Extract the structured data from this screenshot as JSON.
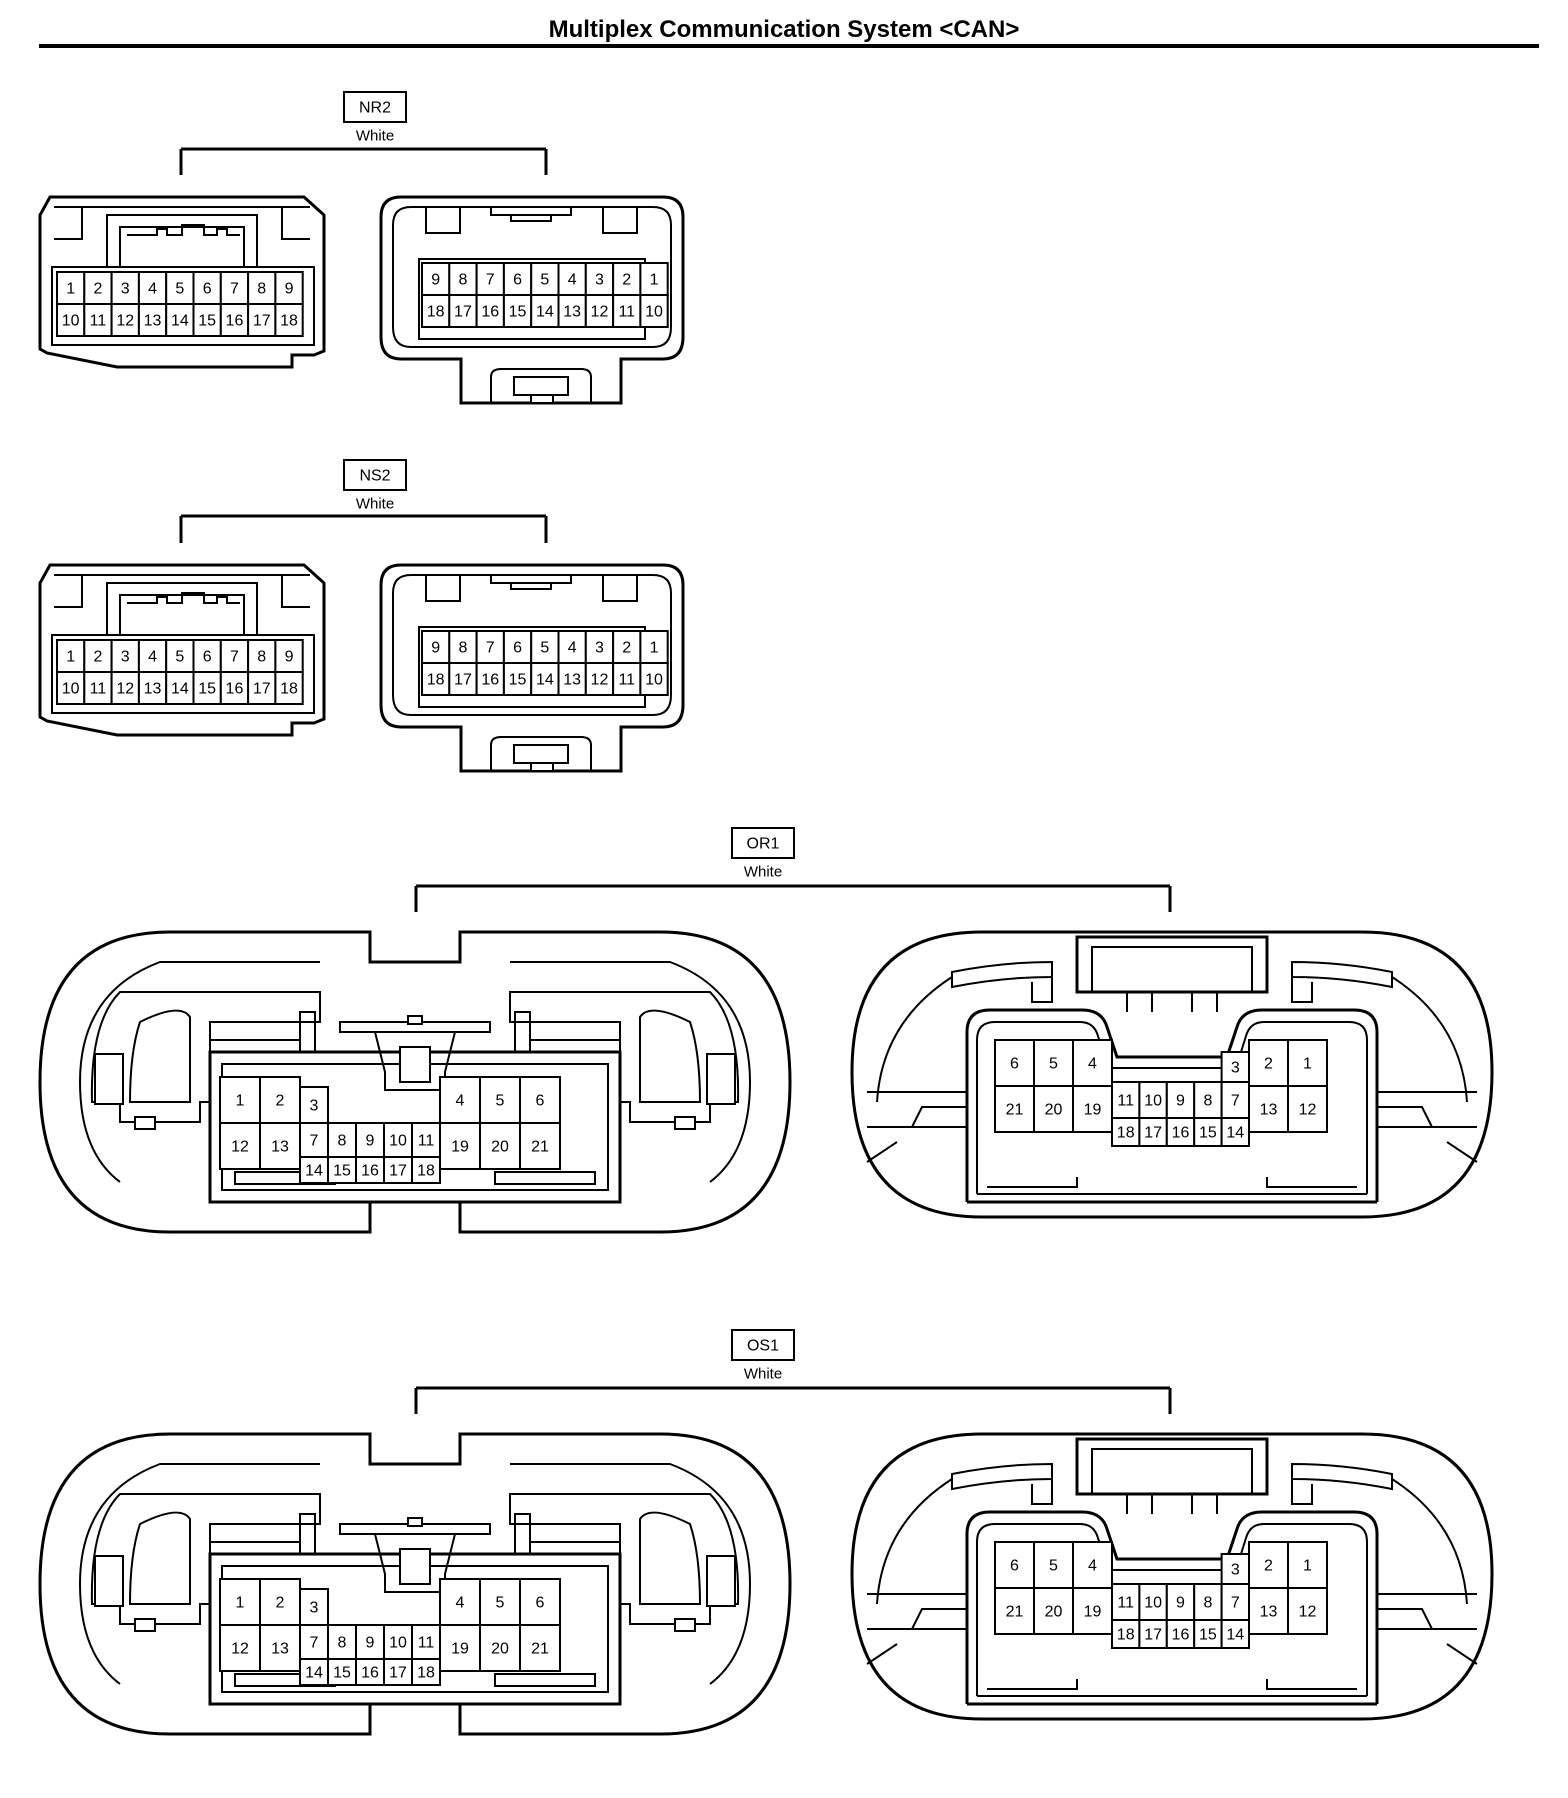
{
  "title": "Multiplex Communication System <CAN>",
  "connectors": [
    {
      "id": "NR2",
      "color": "White",
      "left": {
        "rows": [
          [
            "1",
            "2",
            "3",
            "4",
            "5",
            "6",
            "7",
            "8",
            "9"
          ],
          [
            "10",
            "11",
            "12",
            "13",
            "14",
            "15",
            "16",
            "17",
            "18"
          ]
        ]
      },
      "right": {
        "rows": [
          [
            "9",
            "8",
            "7",
            "6",
            "5",
            "4",
            "3",
            "2",
            "1"
          ],
          [
            "18",
            "17",
            "16",
            "15",
            "14",
            "13",
            "12",
            "11",
            "10"
          ]
        ]
      }
    },
    {
      "id": "NS2",
      "color": "White",
      "left": {
        "rows": [
          [
            "1",
            "2",
            "3",
            "4",
            "5",
            "6",
            "7",
            "8",
            "9"
          ],
          [
            "10",
            "11",
            "12",
            "13",
            "14",
            "15",
            "16",
            "17",
            "18"
          ]
        ]
      },
      "right": {
        "rows": [
          [
            "9",
            "8",
            "7",
            "6",
            "5",
            "4",
            "3",
            "2",
            "1"
          ],
          [
            "18",
            "17",
            "16",
            "15",
            "14",
            "13",
            "12",
            "11",
            "10"
          ]
        ]
      }
    },
    {
      "id": "OR1",
      "color": "White",
      "left": {
        "outer_top": [
          "1",
          "2"
        ],
        "outer_bottom": [
          "12",
          "13"
        ],
        "mid_top": "3",
        "center_top": [
          "7",
          "8",
          "9",
          "10",
          "11"
        ],
        "center_bottom": [
          "14",
          "15",
          "16",
          "17",
          "18"
        ],
        "right_top": [
          "4",
          "5",
          "6"
        ],
        "right_bottom": [
          "19",
          "20",
          "21"
        ]
      },
      "right": {
        "outer_top": [
          "6",
          "5",
          "4"
        ],
        "outer_bottom": [
          "21",
          "20",
          "19"
        ],
        "mid_top": "3",
        "center_top": [
          "11",
          "10",
          "9",
          "8",
          "7"
        ],
        "center_bottom": [
          "18",
          "17",
          "16",
          "15",
          "14"
        ],
        "right_top": [
          "2",
          "1"
        ],
        "right_bottom": [
          "13",
          "12"
        ]
      }
    },
    {
      "id": "OS1",
      "color": "White",
      "left": {
        "outer_top": [
          "1",
          "2"
        ],
        "outer_bottom": [
          "12",
          "13"
        ],
        "mid_top": "3",
        "center_top": [
          "7",
          "8",
          "9",
          "10",
          "11"
        ],
        "center_bottom": [
          "14",
          "15",
          "16",
          "17",
          "18"
        ],
        "right_top": [
          "4",
          "5",
          "6"
        ],
        "right_bottom": [
          "19",
          "20",
          "21"
        ]
      },
      "right": {
        "outer_top": [
          "6",
          "5",
          "4"
        ],
        "outer_bottom": [
          "21",
          "20",
          "19"
        ],
        "mid_top": "3",
        "center_top": [
          "11",
          "10",
          "9",
          "8",
          "7"
        ],
        "center_bottom": [
          "18",
          "17",
          "16",
          "15",
          "14"
        ],
        "right_top": [
          "2",
          "1"
        ],
        "right_bottom": [
          "13",
          "12"
        ]
      }
    }
  ]
}
